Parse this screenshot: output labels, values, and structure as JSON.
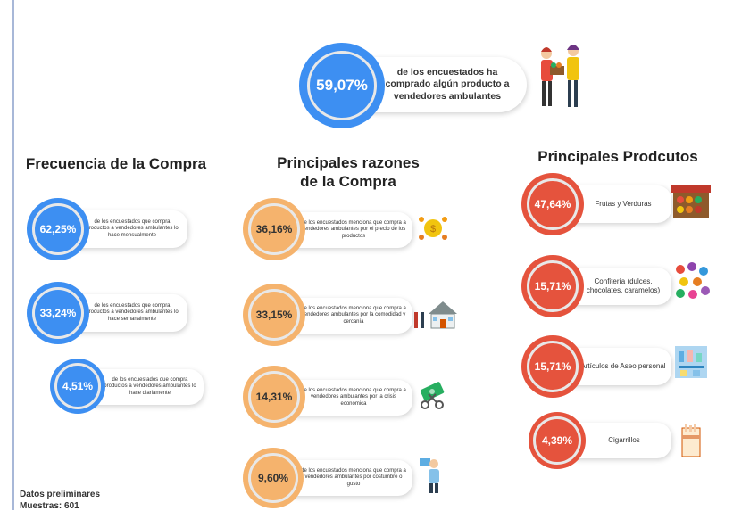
{
  "colors": {
    "blue": "#3d8ff2",
    "orange": "#f5b36d",
    "red": "#e5533d"
  },
  "hero": {
    "percent": "59,07%",
    "text": "de los encuestados ha comprado algún producto a vendedores ambulantes",
    "icon": "vendor-customer-illustration-icon"
  },
  "frecuencia": {
    "title": "Frecuencia de la Compra",
    "items": [
      {
        "percent": "62,25%",
        "text": "de los encuestados que compra productos a vendedores ambulantes lo hace mensualmente"
      },
      {
        "percent": "33,24%",
        "text": "de los encuestados que compra productos a vendedores ambulantes lo hace semanalmente"
      },
      {
        "percent": "4,51%",
        "text": "de los encuestados que compra productos a vendedores ambulantes lo hace diariamente"
      }
    ]
  },
  "razones": {
    "title_line1": "Principales razones",
    "title_line2": "de la Compra",
    "items": [
      {
        "percent": "36,16%",
        "text": "de los encuestados menciona que compra a vendedores ambulantes por el precio de los productos",
        "icon": "money-hand-icon"
      },
      {
        "percent": "33,15%",
        "text": "de los encuestados menciona que compra a vendedores ambulantes por la comodidad y cercanía",
        "icon": "house-icon"
      },
      {
        "percent": "14,31%",
        "text": "de los encuestados menciona que compra a vendedores ambulantes por la crisis económica",
        "icon": "money-cut-icon"
      },
      {
        "percent": "9,60%",
        "text": "de los encuestados menciona que compra a vendedores ambulantes por costumbre o gusto",
        "icon": "person-icon"
      }
    ]
  },
  "productos": {
    "title": "Principales Prodcutos",
    "items": [
      {
        "percent": "47,64%",
        "text": "Frutas y Verduras",
        "icon": "fruit-stand-icon"
      },
      {
        "percent": "15,71%",
        "text": "Confitería (dulces, chocolates, caramelos)",
        "icon": "candy-icon"
      },
      {
        "percent": "15,71%",
        "text": "Artículos de Aseo personal",
        "icon": "toiletries-icon"
      },
      {
        "percent": "4,39%",
        "text": "Cigarrillos",
        "icon": "cigarette-pack-icon"
      }
    ]
  },
  "footer": {
    "line1": "Datos preliminares",
    "line2": "Muestras: 601"
  }
}
